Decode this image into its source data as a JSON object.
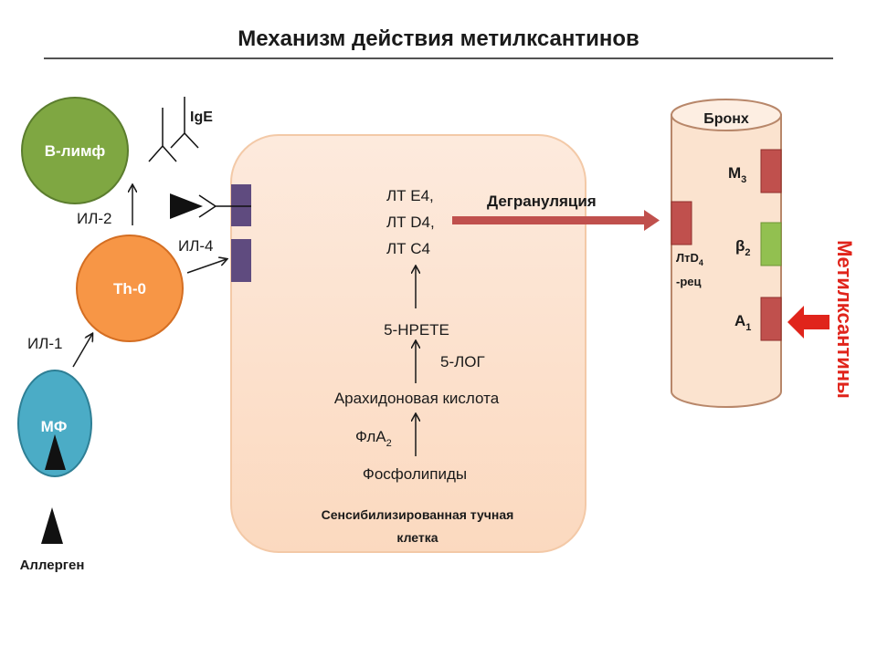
{
  "title": "Механизм действия метилксантинов",
  "cells": {
    "b_lymph": "B-лимф",
    "th0": "Th-0",
    "mf": "МФ",
    "allergen": "Аллерген"
  },
  "labels": {
    "ige": "IgE",
    "il2": "ИЛ-2",
    "il4": "ИЛ-4",
    "il1": "ИЛ-1"
  },
  "mast_cell": {
    "lt_e4": "ЛТ Е4,",
    "lt_d4": "ЛТ D4,",
    "lt_c4": "ЛТ С4",
    "hpete": "5-НРЕТЕ",
    "log": "5-ЛОГ",
    "arachidonic": "Арахидоновая кислота",
    "fla": "ФлА",
    "fla_sub": "2",
    "phospholipids": "Фосфолипиды",
    "caption_line1": "Сенсибилизированная тучная",
    "caption_line2": "клетка"
  },
  "degranulation": "Дегрануляция",
  "bronchus": {
    "title": "Бронх",
    "ltd4_a": "ЛтD",
    "ltd4_sub": "4",
    "ltd4_b": "-рец",
    "m": "М",
    "m_sub": "3",
    "beta": "β",
    "beta_sub": "2",
    "a": "А",
    "a_sub": "1"
  },
  "methylxanthines": "Метилксантины",
  "colors": {
    "b_lymph": "#7fa742",
    "th0": "#f79646",
    "mf": "#4bacc6",
    "mast_cell_fill": "#fce4d6",
    "bronchus_fill": "#fbe3cf",
    "receptor_purple": "#5f4b7f",
    "receptor_red": "#c0504d",
    "receptor_green": "#92c050",
    "degranulation_arrow": "#c0504d",
    "methylxanthines": "#e0241b"
  }
}
